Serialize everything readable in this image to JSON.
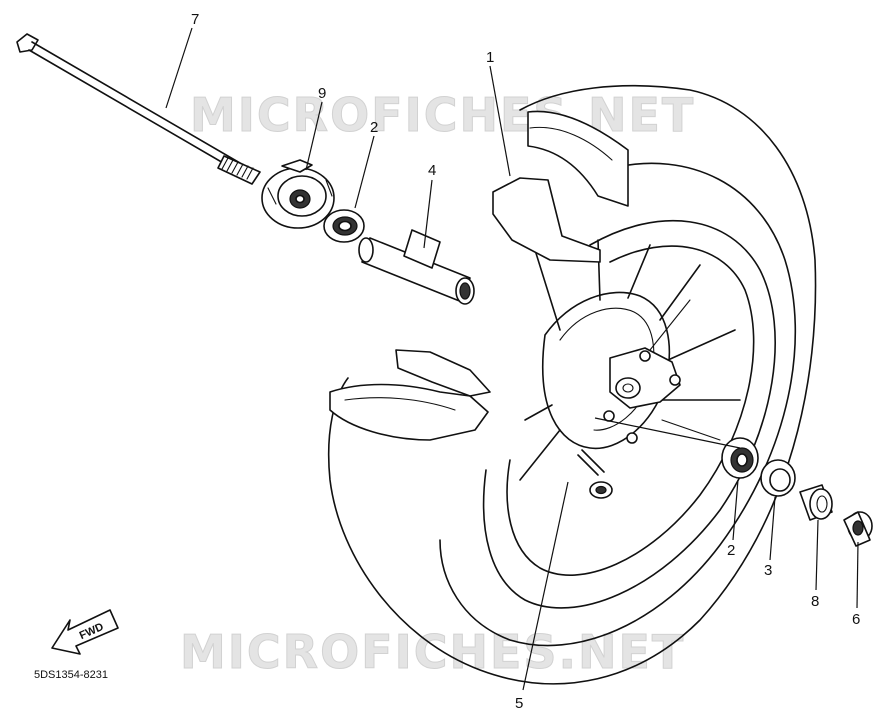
{
  "watermarks": [
    "MICROFICHES.NET",
    "MICROFICHES.NET"
  ],
  "figure_code": "5DS1354-8231",
  "direction_badge": "FWD",
  "callouts": [
    {
      "part": "front-wheel",
      "number": "1"
    },
    {
      "part": "bearing-upper",
      "number": "2"
    },
    {
      "part": "spacer",
      "number": "4"
    },
    {
      "part": "wheel-axle",
      "number": "7"
    },
    {
      "part": "gear-unit",
      "number": "9"
    },
    {
      "part": "bearing-lower",
      "number": "2"
    },
    {
      "part": "oil-seal",
      "number": "3"
    },
    {
      "part": "collar",
      "number": "8"
    },
    {
      "part": "dust-cover",
      "number": "6"
    },
    {
      "part": "valve",
      "number": "5"
    }
  ]
}
